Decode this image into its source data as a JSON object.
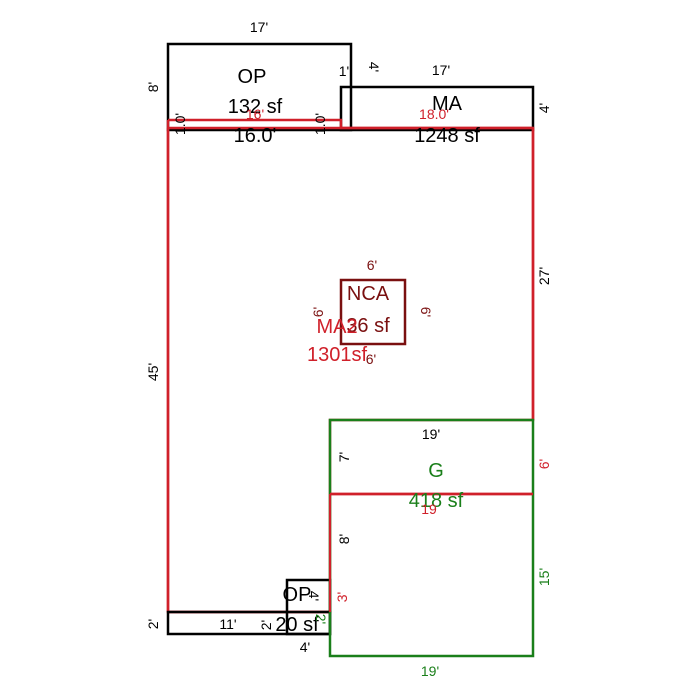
{
  "colors": {
    "black": "#000000",
    "red": "#d0202a",
    "green": "#1a7f1a",
    "maroon": "#7a1010",
    "background": "#ffffff"
  },
  "areas": {
    "op_top": {
      "name": "OP",
      "area": "132 sf"
    },
    "ma_top": {
      "name": "MA",
      "area": "1248 sf"
    },
    "nca": {
      "name": "NCA",
      "area": "36 sf"
    },
    "ma2": {
      "name": "MA2",
      "area": "1301sf"
    },
    "garage": {
      "name": "G",
      "area": "418 sf"
    },
    "op_bottom": {
      "name": "OP",
      "area": "20 sf"
    }
  },
  "dimensions": {
    "op_top_width": "17'",
    "op_top_left": "8'",
    "op_top_right_a": "1'",
    "op_top_right_b": "4'",
    "op_inner_width": "16.0'",
    "op_inner_width_small": "16'",
    "op_left_1": "1.0'",
    "op_right_1": "1.0'",
    "ma_top_width": "17'",
    "ma_red_width": "18.0'",
    "ma_right": "4'",
    "right_side": "27'",
    "left_side": "45'",
    "nca_top": "6'",
    "nca_left": "6'",
    "nca_right": "6'",
    "nca_bottom": "6'",
    "g_top": "19'",
    "g_left_top": "7'",
    "g_right_red": "6'",
    "g_inner_red": "19",
    "g_left_lower": "8'",
    "g_right_lower": "15'",
    "g_bottom": "19'",
    "bottom_left": "2'",
    "bottom_mid": "11'",
    "op_b_left": "2'",
    "op_b_right": "3'",
    "op_b_bottom": "4'",
    "op_b_bottom_green": "2'",
    "op_b_top_overlap": "4'"
  }
}
